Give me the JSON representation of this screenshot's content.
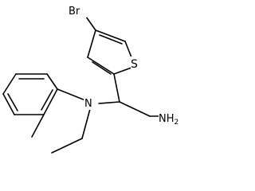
{
  "molecule": {
    "atoms": {
      "bromine": "Br",
      "sulfur": "S",
      "amine_nitrogen": "N",
      "amine_terminal": "NH",
      "amine_subscript": "2"
    }
  }
}
